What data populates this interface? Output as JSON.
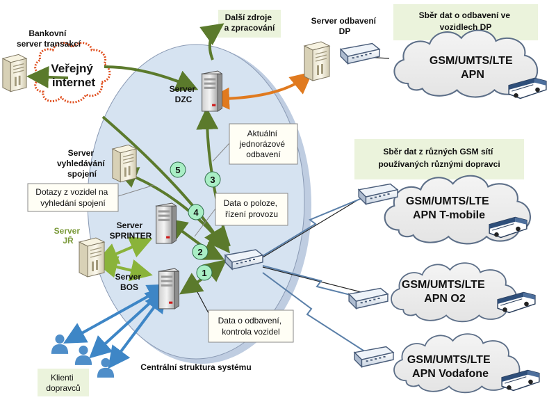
{
  "labels": {
    "bank_server": [
      "Bankovní",
      "server transakcí"
    ],
    "internet": [
      "Veřejný",
      "internet"
    ],
    "other_sources": [
      "Další zdroje",
      "a zpracování"
    ],
    "server_dp": [
      "Server odbavení",
      "DP"
    ],
    "vehicle_data": [
      "Sběr dat o odbavení ve",
      "vozidlech DP"
    ],
    "server_dzc": [
      "Server",
      "DZC"
    ],
    "actual_fares": [
      "Aktuální",
      "jednorázové",
      "odbavení"
    ],
    "gsm_data": [
      "Sběr dat z různých GSM sítí",
      "používaných různými dopravci"
    ],
    "search_server": [
      "Server",
      "vyhledávání",
      "spojení"
    ],
    "queries": [
      "Dotazy z vozidel na",
      "vyhledání spojení"
    ],
    "position_data": [
      "Data o poloze,",
      "řízení provozu"
    ],
    "server_sprinter": [
      "Server",
      "SPRINTER"
    ],
    "server_jr": [
      "Server",
      "JŘ"
    ],
    "server_bos": [
      "Server",
      "BOS"
    ],
    "fare_data": [
      "Data o odbavení,",
      "kontrola vozidel"
    ],
    "clients": [
      "Klienti",
      "dopravců"
    ],
    "central": "Centrální struktura systému"
  },
  "clouds": [
    [
      "GSM/UMTS/LTE",
      "APN"
    ],
    [
      "GSM/UMTS/LTE",
      "APN T-mobile"
    ],
    [
      "GSM/UMTS/LTE",
      "APN O2"
    ],
    [
      "GSM/UMTS/LTE",
      "APN Vodafone"
    ]
  ],
  "steps": [
    "1",
    "2",
    "3",
    "4",
    "5"
  ],
  "colors": {
    "ellipse": "#d6e3f1",
    "arrow_green": "#5b7a2c",
    "arrow_lightgreen": "#8ab33a",
    "arrow_orange": "#e07a1f",
    "arrow_blue": "#3e86c6",
    "note_green": "#ebf3dc",
    "step_circle": "#a9eec5",
    "internet_border": "#e05020"
  }
}
